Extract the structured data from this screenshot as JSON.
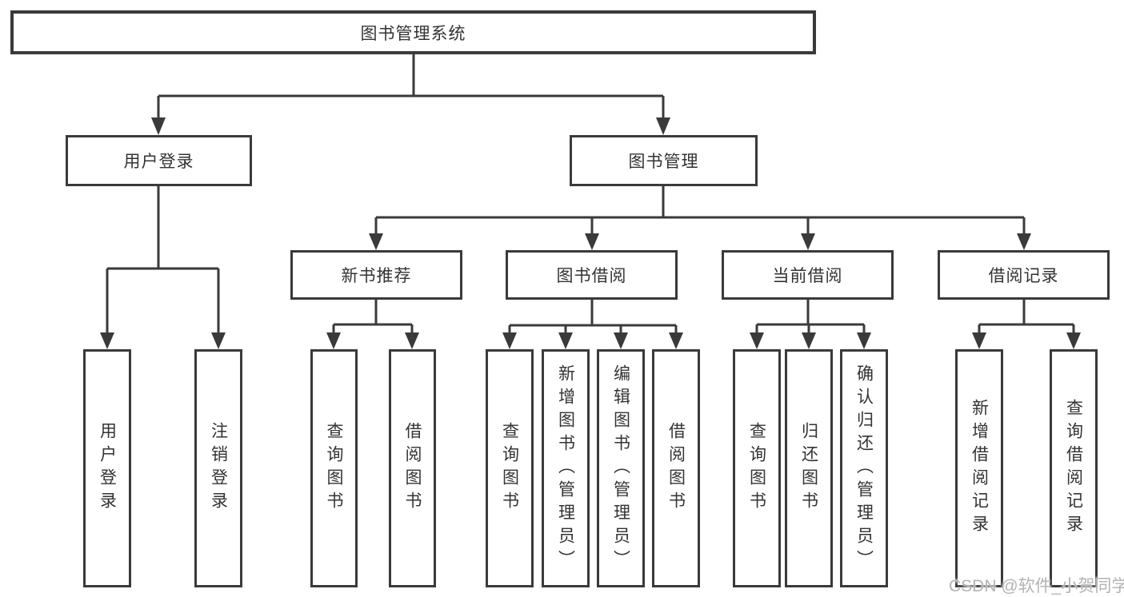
{
  "diagram": {
    "title": "图书管理系统",
    "root": {
      "label": "图书管理系统"
    },
    "level2": [
      {
        "id": "user-login",
        "label": "用户登录"
      },
      {
        "id": "book-management",
        "label": "图书管理"
      }
    ],
    "level3": [
      {
        "id": "new-book-recommend",
        "label": "新书推荐"
      },
      {
        "id": "book-borrow",
        "label": "图书借阅"
      },
      {
        "id": "current-borrow",
        "label": "当前借阅"
      },
      {
        "id": "borrow-records",
        "label": "借阅记录"
      }
    ],
    "leaves": [
      {
        "id": "user-login-action",
        "parent": "user-login",
        "label": "用户登录"
      },
      {
        "id": "logout-action",
        "parent": "user-login",
        "label": "注销登录"
      },
      {
        "id": "query-books-recommend",
        "parent": "new-book-recommend",
        "label": "查询图书"
      },
      {
        "id": "borrow-books-recommend",
        "parent": "new-book-recommend",
        "label": "借阅图书"
      },
      {
        "id": "query-books-borrow",
        "parent": "book-borrow",
        "label": "查询图书"
      },
      {
        "id": "add-book-admin",
        "parent": "book-borrow",
        "label": "新增图书（管理员）"
      },
      {
        "id": "edit-book-admin",
        "parent": "book-borrow",
        "label": "编辑图书（管理员）"
      },
      {
        "id": "borrow-books-borrow",
        "parent": "book-borrow",
        "label": "借阅图书"
      },
      {
        "id": "query-books-current",
        "parent": "current-borrow",
        "label": "查询图书"
      },
      {
        "id": "return-books",
        "parent": "current-borrow",
        "label": "归还图书"
      },
      {
        "id": "confirm-return-admin",
        "parent": "current-borrow",
        "label": "确认归还（管理员）"
      },
      {
        "id": "add-borrow-record",
        "parent": "borrow-records",
        "label": "新增借阅记录"
      },
      {
        "id": "query-borrow-record",
        "parent": "borrow-records",
        "label": "查询借阅记录"
      }
    ]
  },
  "watermark": {
    "text": "CSDN @软件_小贺同学"
  },
  "colors": {
    "line": "#3a3a3a",
    "text": "#333333",
    "background": "#ffffff",
    "watermark": "#b3b3b3"
  }
}
